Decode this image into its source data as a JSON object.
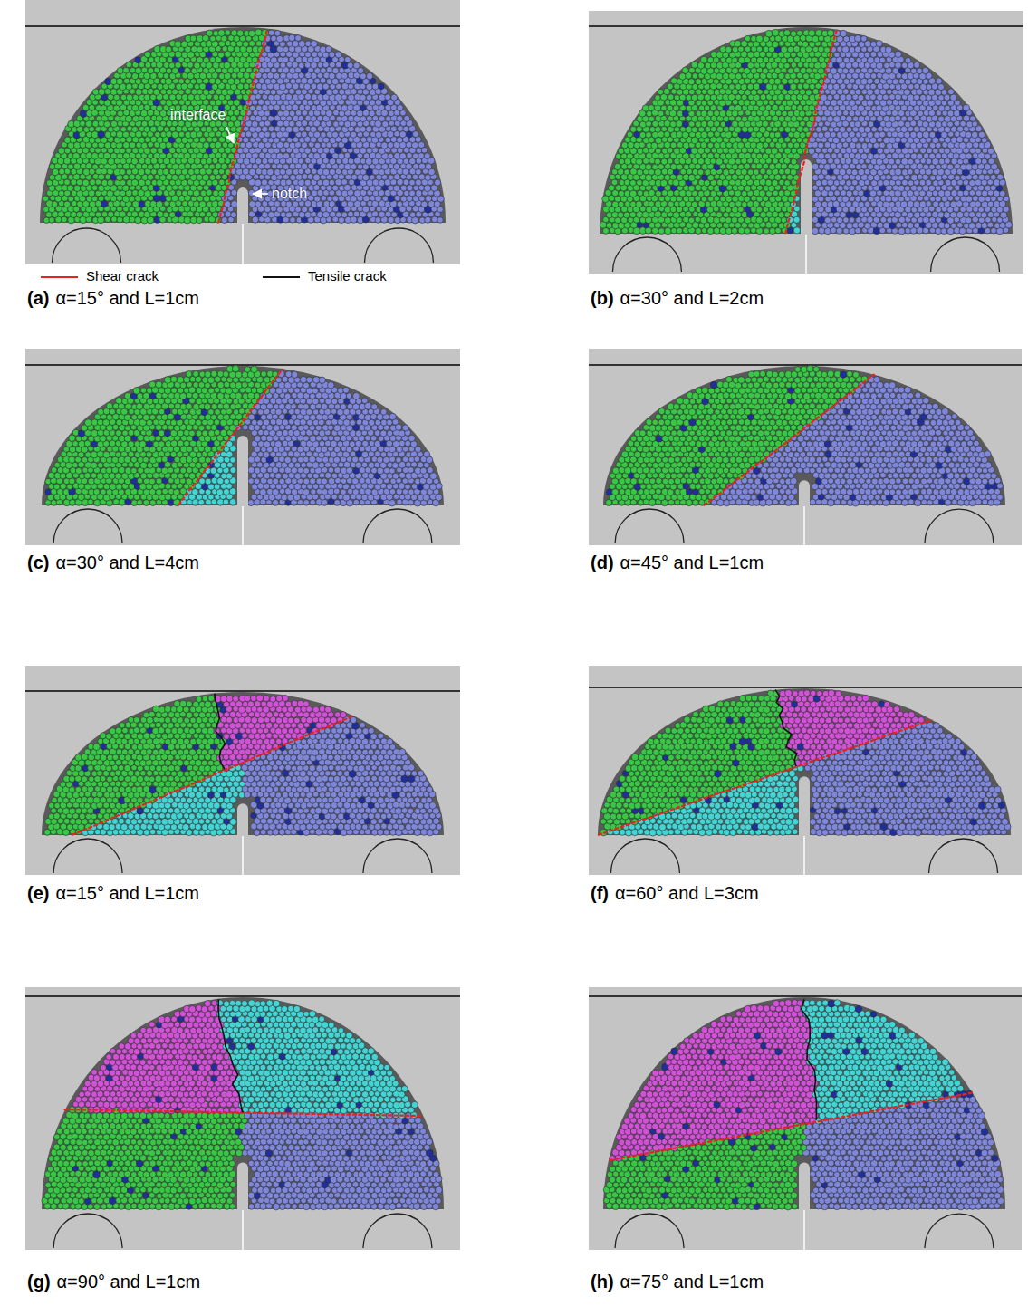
{
  "diagram": {
    "labels": [
      "interface",
      "notch",
      "(a)",
      "α=15° and L=1cm",
      "(b)",
      "α=30° and L=2cm",
      "(c)",
      "α=30° and L=4cm",
      "(d)",
      "α=45° and L=1cm",
      "(e)",
      "α=15° and L=1cm",
      "(f)",
      "α=60° and L=3cm",
      "(g)",
      "α=90° and L=1cm",
      "(h)",
      "α=75° and L=1cm"
    ],
    "legend": [
      {
        "text": "Shear crack"
      },
      {
        "text": "Tensile crack"
      }
    ]
  }
}
